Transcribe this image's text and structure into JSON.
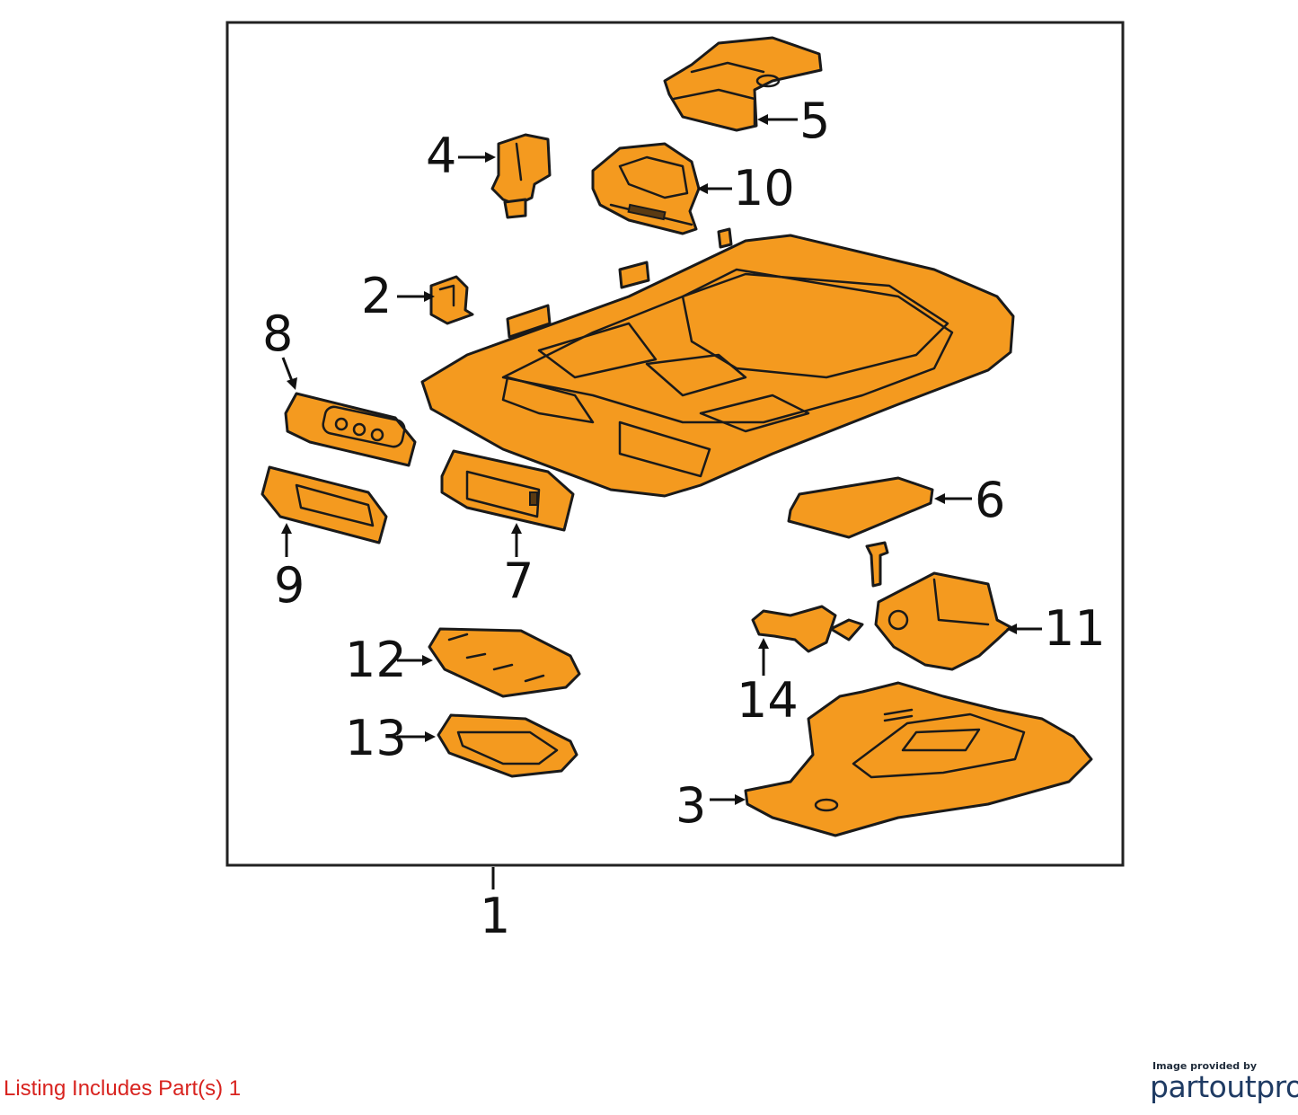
{
  "diagram": {
    "part_color": "#f49a1f",
    "callouts": [
      "1",
      "2",
      "3",
      "4",
      "5",
      "6",
      "7",
      "8",
      "9",
      "10",
      "11",
      "12",
      "13",
      "14"
    ]
  },
  "footer": {
    "listing_note": "Listing Includes Part(s) 1",
    "credit_caption": "Image provided by",
    "brand_name": "partoutpro"
  }
}
